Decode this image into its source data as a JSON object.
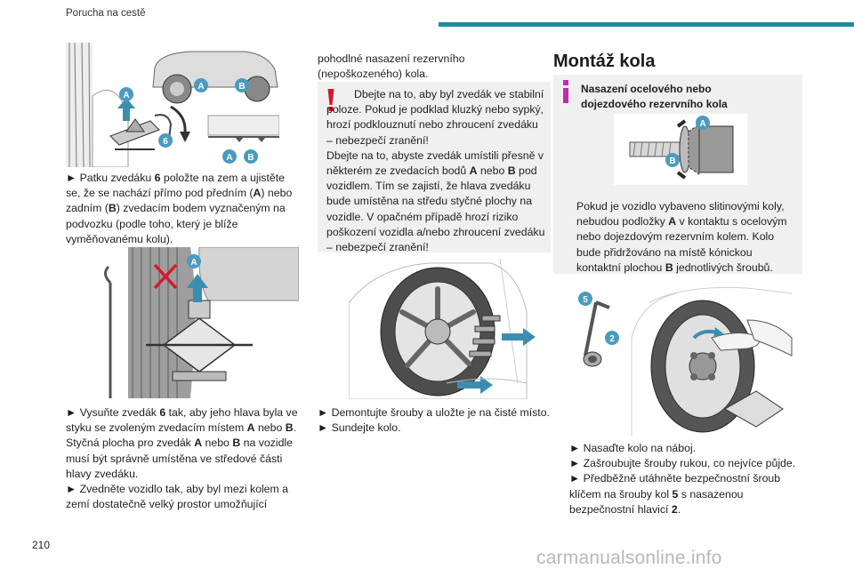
{
  "header": {
    "title": "Porucha na cestě"
  },
  "page_number": "210",
  "watermark": "carmanualsonline.info",
  "figure_labels": {
    "A": "A",
    "B": "B",
    "n6": "6",
    "n5": "5",
    "n2": "2"
  },
  "col1": {
    "p1": [
      "► Patku zvedáku ",
      "6",
      " položte na zem a ujistěte se, že se nachází přímo pod předním (",
      "A",
      ") nebo zadním (",
      "B",
      ") zvedacím bodem vyznačeným na podvozku (podle toho, který je blíže vyměňovanému kolu)."
    ],
    "p2": [
      "► Vysuňte zvedák ",
      "6",
      " tak, aby jeho hlava byla ve styku se zvoleným zvedacím místem ",
      "A",
      " nebo ",
      "B",
      ". Styčná plocha pro zvedák ",
      "A",
      " nebo ",
      "B",
      " na vozidle musí být správně umístěna ve středové části hlavy zvedáku.",
      "► Zvedněte vozidlo tak, aby byl mezi kolem a zemí dostatečně velký prostor umožňující"
    ]
  },
  "col2": {
    "p1": "pohodlné nasazení rezervního (nepoškozeného) kola.",
    "warning": [
      "Dbejte na to, aby byl zvedák ve stabilní poloze. Pokud je podklad kluzký nebo sypký, hrozí podklouznutí nebo zhroucení zvedáku – nebezpečí zranění!",
      "Dbejte na to, abyste zvedák umístili přesně v některém ze zvedacích bodů ",
      "A",
      " nebo ",
      "B",
      " pod vozidlem. Tím se zajistí, že hlava zvedáku bude umístěna na středu styčné plochy na vozidle. V opačném případě hrozí riziko poškození vozidla a/nebo zhroucení zvedáku – nebezpečí zranění!"
    ],
    "p2": [
      "► Demontujte šrouby a uložte je na čisté místo.",
      "► Sundejte kolo."
    ]
  },
  "col3": {
    "heading": "Montáž kola",
    "info_title": "Nasazení ocelového nebo dojezdového rezervního kola",
    "info_text": [
      "Pokud je vozidlo vybaveno slitinovými koly, nebudou podložky ",
      "A",
      " v kontaktu s ocelovým nebo dojezdovým rezervním kolem. Kolo bude přidržováno na místě kónickou kontaktní plochou ",
      "B",
      " jednotlivých šroubů."
    ],
    "p1": [
      "► Nasaďte kolo na náboj.",
      "► Zašroubujte šrouby rukou, co nejvíce půjde.",
      "► Předběžně utáhněte bezpečnostní šroub klíčem na šrouby kol ",
      "5",
      " s nasazenou bezpečnostní hlavicí ",
      "2",
      "."
    ]
  },
  "colors": {
    "accent": "#1a8e9e",
    "warning": "#d21a2a",
    "info": "#c02cb0",
    "badge": "#4a9bbf"
  }
}
